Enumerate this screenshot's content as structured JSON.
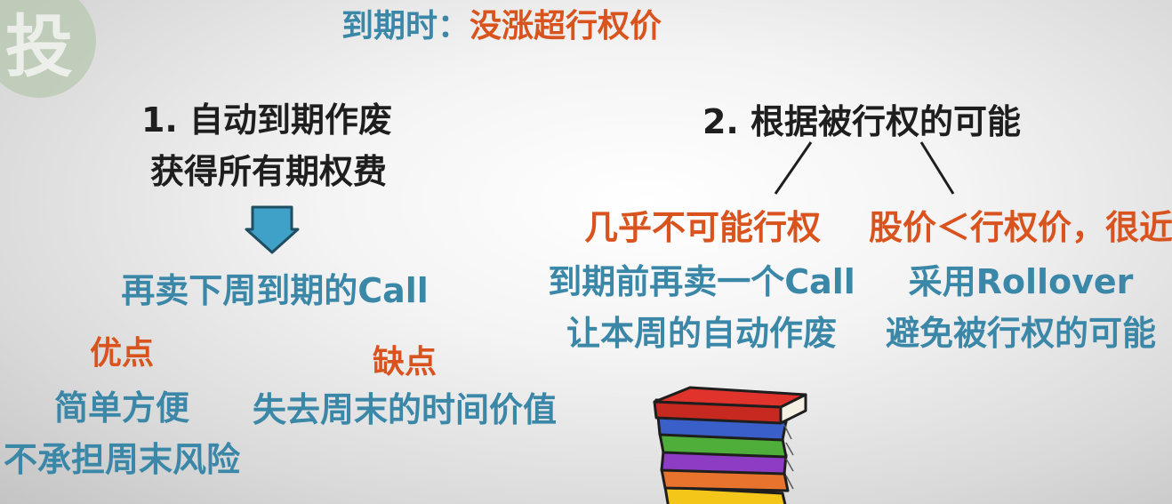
{
  "logo": {
    "text": "投"
  },
  "header": {
    "label": "到期时：",
    "value": "没涨超行权价"
  },
  "option1": {
    "title": "1. 自动到期作废",
    "subtitle": "获得所有期权费",
    "action": "再卖下周到期的Call",
    "pros": {
      "heading": "优点",
      "items": [
        "简单方便",
        "不承担周末风险"
      ]
    },
    "cons": {
      "heading": "缺点",
      "items": [
        "失去周末的时间价值"
      ]
    }
  },
  "option2": {
    "title": "2. 根据被行权的可能",
    "left": {
      "heading": "几乎不可能行权",
      "lines": [
        "到期前再卖一个Call",
        "让本周的自动作废"
      ]
    },
    "right": {
      "heading": "股价＜行权价，很近",
      "lines": [
        "采用Rollover",
        "避免被行权的可能"
      ]
    }
  },
  "colors": {
    "blue": "#3a87a8",
    "orange": "#d9531e",
    "black": "#1e1e1e"
  },
  "illustration": {
    "name": "book-stack",
    "book_colors": [
      "#e0332c",
      "#f3c619",
      "#3a5fc8",
      "#4fae3a",
      "#8e3cc4",
      "#e8732c",
      "#f3c619"
    ]
  }
}
